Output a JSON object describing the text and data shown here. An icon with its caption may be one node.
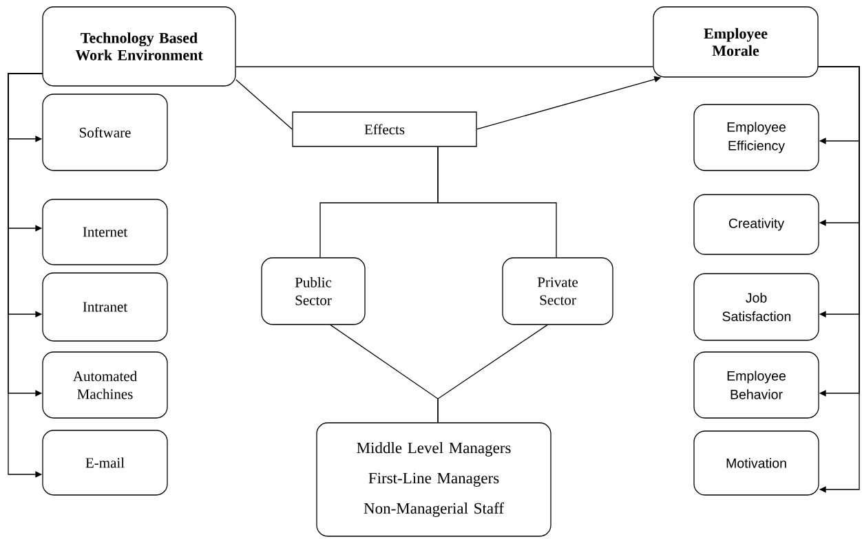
{
  "diagram": {
    "nodes": [
      {
        "text": [
          "Technology Based Work Environment"
        ]
      },
      {
        "text": [
          "Employee Morale"
        ]
      },
      {
        "text": [
          "Effects"
        ]
      },
      {
        "text": [
          "Software"
        ]
      },
      {
        "text": [
          "Internet"
        ]
      },
      {
        "text": [
          "Intranet"
        ]
      },
      {
        "text": [
          "Automated Machines"
        ]
      },
      {
        "text": [
          "E-mail"
        ]
      },
      {
        "text": [
          "Employee Efficiency"
        ]
      },
      {
        "text": [
          "Creativity"
        ]
      },
      {
        "text": [
          "Job Satisfaction"
        ]
      },
      {
        "text": [
          "Employee Behavior"
        ]
      },
      {
        "text": [
          "Motivation"
        ]
      },
      {
        "text": [
          "Public Sector"
        ]
      },
      {
        "text": [
          "Private Sector"
        ]
      },
      {
        "text": [
          "Middle Level Managers",
          "First-Line Managers",
          "Non-Managerial Staff"
        ]
      }
    ],
    "edges": [
      {
        "from": 0,
        "to": 1,
        "arrow": "none"
      },
      {
        "from": 0,
        "to": 2,
        "arrow": "none"
      },
      {
        "from": 2,
        "to": 1,
        "arrow": "to"
      },
      {
        "from": 0,
        "to": 3,
        "arrow": "to"
      },
      {
        "from": 0,
        "to": 4,
        "arrow": "to"
      },
      {
        "from": 0,
        "to": 5,
        "arrow": "to"
      },
      {
        "from": 0,
        "to": 6,
        "arrow": "to"
      },
      {
        "from": 0,
        "to": 7,
        "arrow": "to"
      },
      {
        "from": 1,
        "to": 8,
        "arrow": "to"
      },
      {
        "from": 1,
        "to": 9,
        "arrow": "to"
      },
      {
        "from": 1,
        "to": 10,
        "arrow": "to"
      },
      {
        "from": 1,
        "to": 11,
        "arrow": "to"
      },
      {
        "from": 1,
        "to": 12,
        "arrow": "to"
      },
      {
        "from": 2,
        "to": 13,
        "arrow": "none"
      },
      {
        "from": 2,
        "to": 14,
        "arrow": "none"
      },
      {
        "from": 13,
        "to": 15,
        "arrow": "none"
      },
      {
        "from": 14,
        "to": 15,
        "arrow": "none"
      }
    ]
  }
}
